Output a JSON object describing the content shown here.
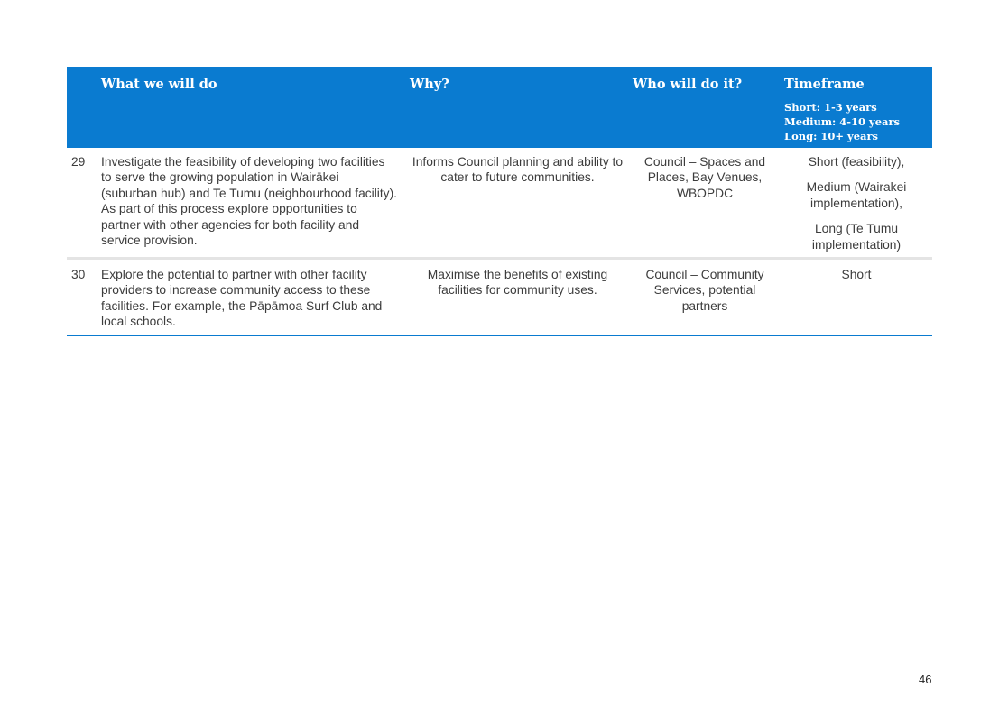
{
  "table": {
    "headers": {
      "what": "What we will do",
      "why": "Why?",
      "who": "Who will do it?",
      "timeframe": "Timeframe",
      "timeframe_short": "Short: 1-3 years",
      "timeframe_medium": "Medium: 4-10 years",
      "timeframe_long": "Long: 10+ years"
    },
    "rows": [
      {
        "number": "29",
        "what": "Investigate the feasibility of developing two facilities to serve the growing population in Wairākei (suburban hub) and Te Tumu (neighbourhood facility). As part of this process explore opportunities to partner with other agencies for both facility and service provision.",
        "why": "Informs Council planning and ability to cater to future communities.",
        "who": "Council – Spaces and Places, Bay Venues, WBOPDC",
        "timeframe": [
          "Short (feasibility),",
          "Medium (Wairakei implementation),",
          "Long (Te Tumu implementation)"
        ]
      },
      {
        "number": "30",
        "what": "Explore the potential to partner with other facility providers to increase community access to these facilities. For example, the Pāpāmoa Surf Club and local schools.",
        "why": "Maximise the benefits of existing facilities for community uses.",
        "who": "Council – Community Services,  potential partners",
        "timeframe": [
          "Short"
        ]
      }
    ]
  },
  "page_number": "46"
}
